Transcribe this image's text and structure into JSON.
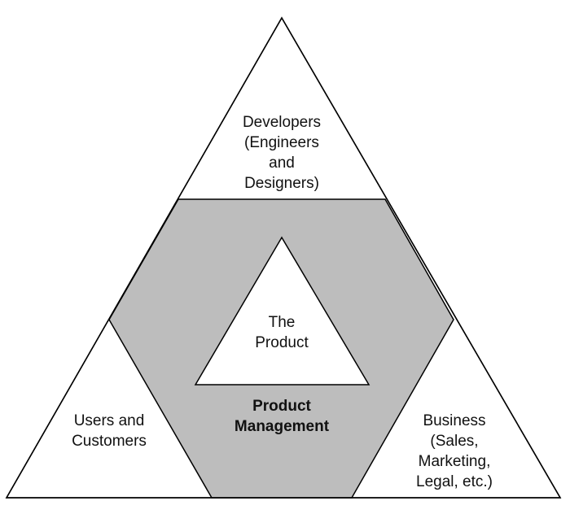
{
  "diagram": {
    "colors": {
      "background": "#ffffff",
      "stroke": "#000000",
      "center_fill": "#bdbdbd",
      "corner_fill": "#ffffff"
    },
    "top": {
      "lines": [
        "Developers",
        "(Engineers",
        "and",
        "Designers)"
      ]
    },
    "center": {
      "lines": [
        "The",
        "Product"
      ]
    },
    "middle": {
      "lines": [
        "Product",
        "Management"
      ]
    },
    "left": {
      "lines": [
        "Users and",
        "Customers"
      ]
    },
    "right": {
      "lines": [
        "Business",
        "(Sales,",
        "Marketing,",
        "Legal, etc.)"
      ]
    }
  }
}
